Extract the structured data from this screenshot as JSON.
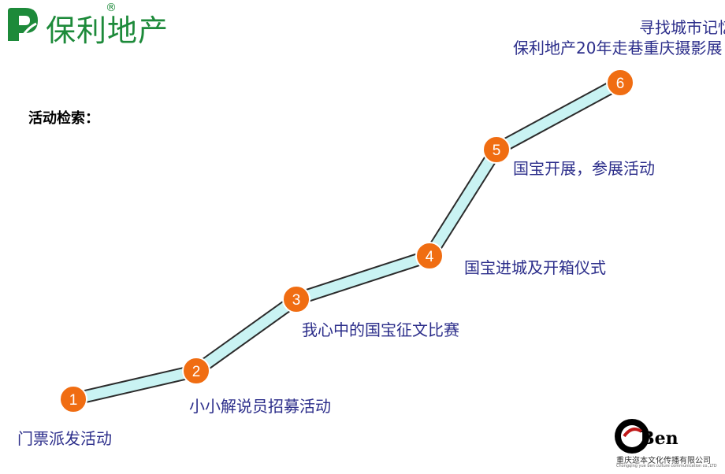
{
  "logo": {
    "text": "保利地产",
    "registered": "®",
    "color": "#1d8a3a"
  },
  "search_label": "活动检索：",
  "colors": {
    "node": "#f06d12",
    "node_border": "#ffffff",
    "route_fill": "#c9f3f3",
    "route_outline": "#2b2b2b",
    "label": "#2b2d8a"
  },
  "steps": [
    {
      "number": "1",
      "label": "门票派发活动"
    },
    {
      "number": "2",
      "label": "小小解说员招募活动"
    },
    {
      "number": "3",
      "label": "我心中的国宝征文比赛"
    },
    {
      "number": "4",
      "label": "国宝进城及开箱仪式"
    },
    {
      "number": "5",
      "label": "国宝开展，参展活动"
    },
    {
      "number": "6",
      "label_line1": "寻找城市记忆",
      "label_line2": "保利地产20年走巷重庆摄影展"
    }
  ],
  "company": {
    "mark": "Ben",
    "name": "重庆迩本文化传播有限公司",
    "subtitle": "Chongqing yue ben culture communication co.,LTD"
  }
}
